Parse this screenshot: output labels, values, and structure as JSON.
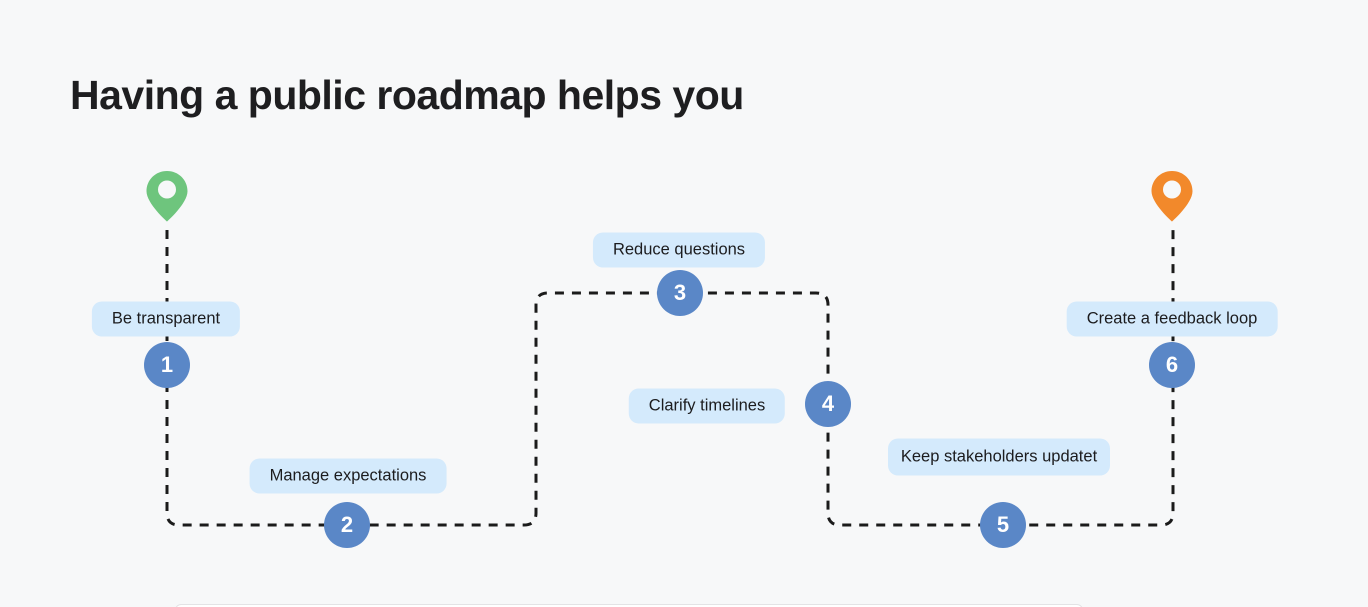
{
  "page": {
    "title": "Having a public roadmap helps you"
  },
  "roadmap": {
    "steps": [
      {
        "number": "1",
        "label": "Be transparent"
      },
      {
        "number": "2",
        "label": "Manage expectations"
      },
      {
        "number": "3",
        "label": "Reduce questions"
      },
      {
        "number": "4",
        "label": "Clarify timelines"
      },
      {
        "number": "5",
        "label": "Keep stakeholders updatet"
      },
      {
        "number": "6",
        "label": "Create a feedback loop"
      }
    ]
  },
  "icons": {
    "start_pin": "location-pin",
    "end_pin": "location-pin"
  },
  "colors": {
    "background": "#F7F8F9",
    "title-text": "#1E1E20",
    "label-bg": "#D4EAFC",
    "label-text": "#1C1C1E",
    "step-circle": "#5A87C7",
    "step-number": "#FFFFFF",
    "start-pin": "#6EC57D",
    "end-pin": "#F2892B",
    "path-dash": "#1B1B1B"
  }
}
